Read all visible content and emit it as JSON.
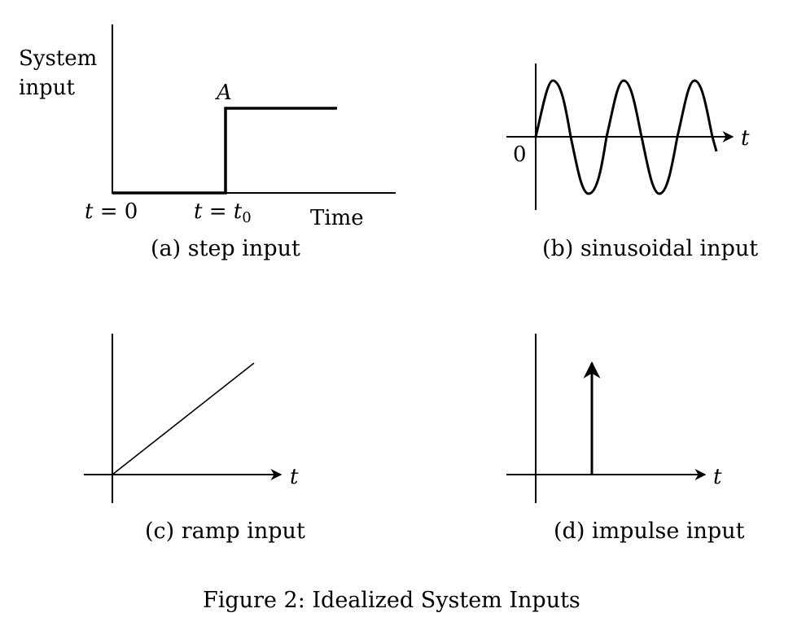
{
  "figure": {
    "caption": "Figure 2: Idealized System Inputs"
  },
  "panels": {
    "a": {
      "caption": "(a) step input",
      "ylabel_line1": "System",
      "ylabel_line2": "input",
      "amplitude_label": "A",
      "tick_t0_left": "t",
      "tick_t0_eq": " = 0",
      "tick_t1_left": "t",
      "tick_t1_eq": " = ",
      "tick_t1_var": "t",
      "tick_t1_sub": "0",
      "xlabel": "Time"
    },
    "b": {
      "caption": "(b) sinusoidal input",
      "origin_label": "0",
      "xlabel": "t"
    },
    "c": {
      "caption": "(c) ramp input",
      "xlabel": "t"
    },
    "d": {
      "caption": "(d) impulse input",
      "xlabel": "t"
    }
  },
  "chart_data": [
    {
      "type": "line",
      "title": "(a) step input",
      "xlabel": "Time",
      "ylabel": "System input",
      "x_ticks": [
        "t = 0",
        "t = t0"
      ],
      "annotations": [
        "A"
      ],
      "series": [
        {
          "name": "step",
          "x": [
            0,
            1,
            1,
            2
          ],
          "values": [
            0,
            0,
            1,
            1
          ]
        }
      ]
    },
    {
      "type": "line",
      "title": "(b) sinusoidal input",
      "xlabel": "t",
      "origin_label": "0",
      "series": [
        {
          "name": "sin(t)",
          "cycles_shown": 2.6,
          "starts_at": 0
        }
      ]
    },
    {
      "type": "line",
      "title": "(c) ramp input",
      "xlabel": "t",
      "series": [
        {
          "name": "ramp",
          "x": [
            0,
            1
          ],
          "values": [
            0,
            1
          ]
        }
      ]
    },
    {
      "type": "line",
      "title": "(d) impulse input",
      "xlabel": "t",
      "series": [
        {
          "name": "impulse",
          "x": [
            0.33
          ],
          "values": [
            "delta"
          ]
        }
      ]
    }
  ]
}
